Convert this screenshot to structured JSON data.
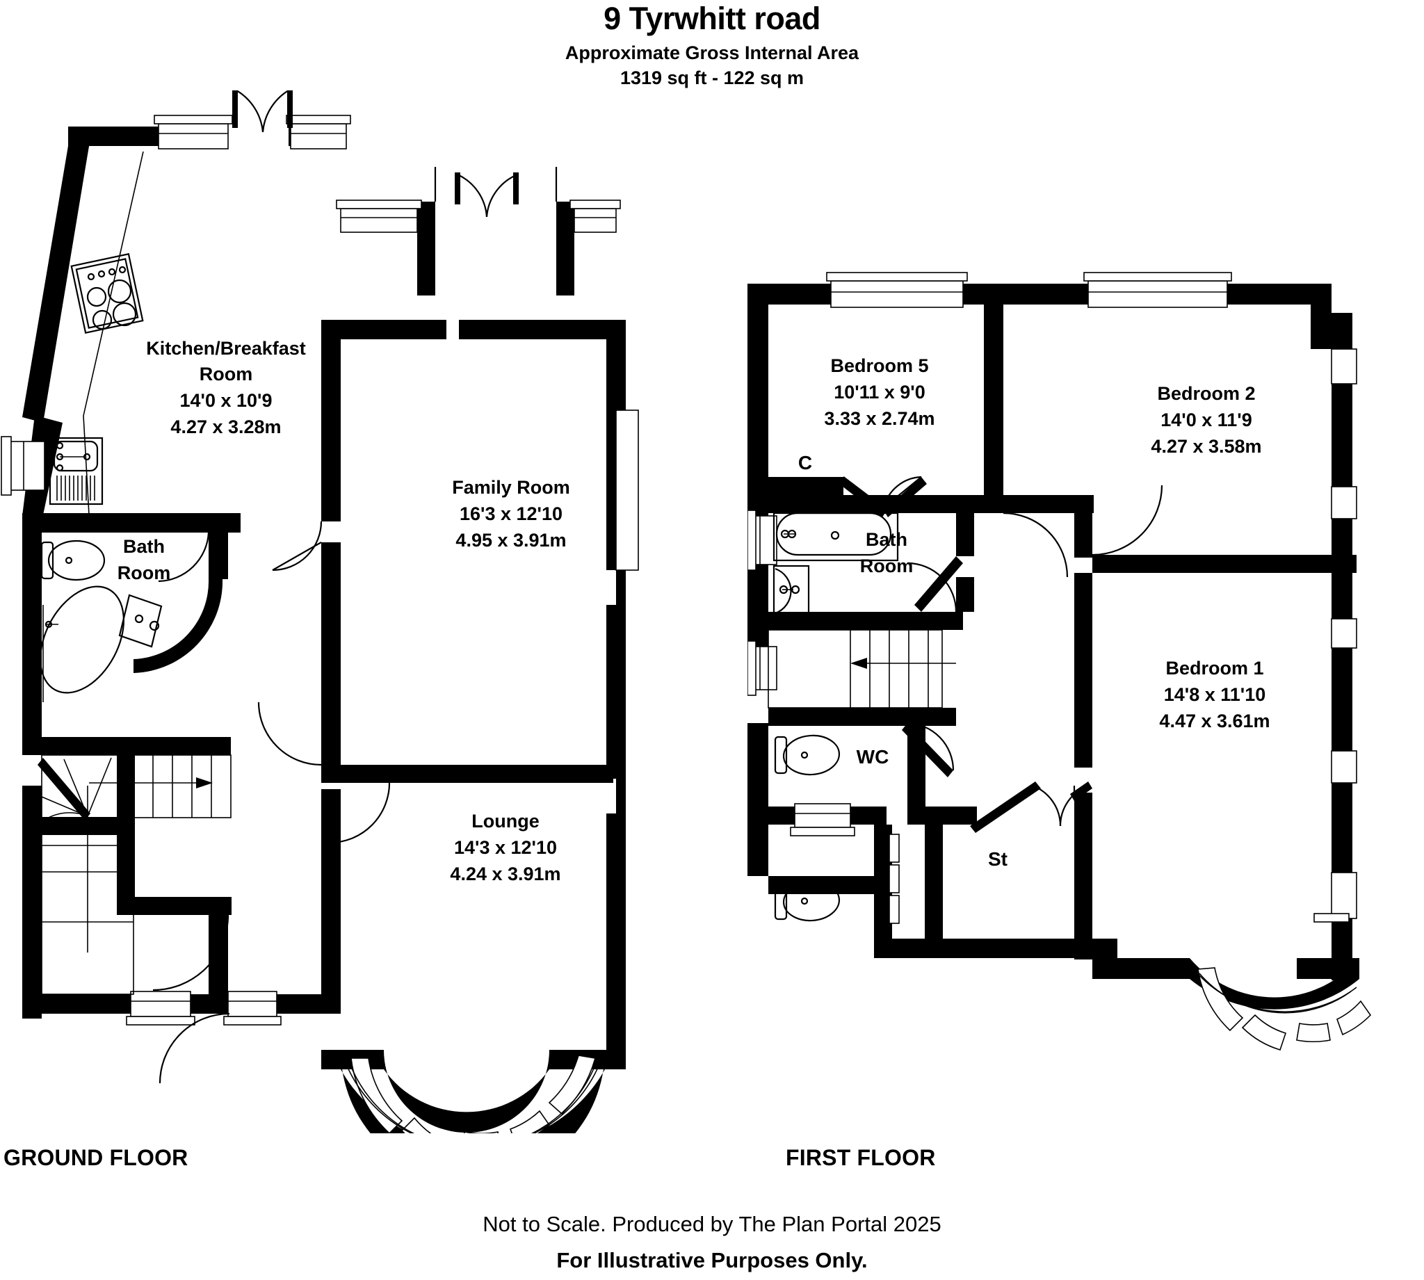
{
  "header": {
    "title": "9 Tyrwhitt road",
    "area_caption_1": "Approximate Gross Internal Area",
    "area_caption_2": "1319 sq ft - 122 sq m"
  },
  "footer": {
    "line_1": "Not to Scale. Produced by The Plan Portal 2025",
    "line_2": "For Illustrative Purposes Only."
  },
  "floors": {
    "ground": {
      "caption": "GROUND FLOOR",
      "rooms": [
        {
          "name": "Kitchen/Breakfast Room",
          "name_line_1": "Kitchen/Breakfast",
          "name_line_2": "Room",
          "dim_imperial": "14'0 x 10'9",
          "dim_metric": "4.27 x 3.28m"
        },
        {
          "name": "Family Room",
          "name_line_1": "Family Room",
          "name_line_2": "",
          "dim_imperial": "16'3 x 12'10",
          "dim_metric": "4.95 x 3.91m"
        },
        {
          "name": "Lounge",
          "name_line_1": "Lounge",
          "name_line_2": "",
          "dim_imperial": "14'3 x 12'10",
          "dim_metric": "4.24 x 3.91m"
        },
        {
          "name": "Bath Room",
          "name_line_1": "Bath",
          "name_line_2": "Room",
          "dim_imperial": "",
          "dim_metric": ""
        }
      ]
    },
    "first": {
      "caption": "FIRST FLOOR",
      "rooms": [
        {
          "name": "Bedroom 5",
          "name_line_1": "Bedroom 5",
          "name_line_2": "",
          "dim_imperial": "10'11 x 9'0",
          "dim_metric": "3.33 x 2.74m"
        },
        {
          "name": "Bedroom 2",
          "name_line_1": "Bedroom 2",
          "name_line_2": "",
          "dim_imperial": "14'0 x 11'9",
          "dim_metric": "4.27 x 3.58m"
        },
        {
          "name": "Bedroom 1",
          "name_line_1": "Bedroom 1",
          "name_line_2": "",
          "dim_imperial": "14'8 x 11'10",
          "dim_metric": "4.47 x 3.61m"
        },
        {
          "name": "Bath Room",
          "name_line_1": "Bath",
          "name_line_2": "Room",
          "dim_imperial": "",
          "dim_metric": ""
        }
      ],
      "annotations": {
        "cupboard": "C",
        "wc": "WC",
        "store": "St"
      }
    }
  },
  "colors": {
    "wall": "#000000",
    "background": "#ffffff",
    "fixture_stroke": "#000000"
  }
}
